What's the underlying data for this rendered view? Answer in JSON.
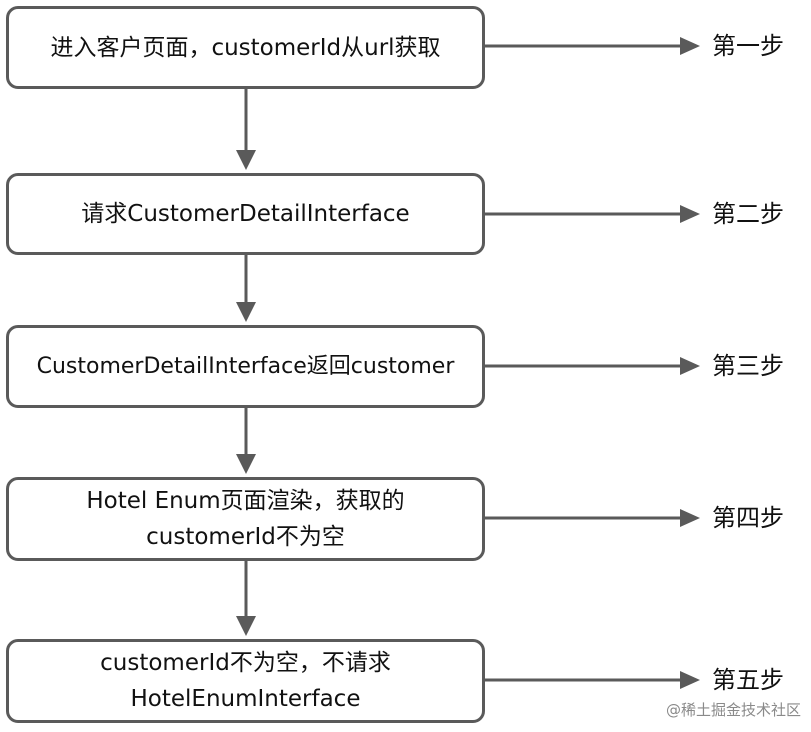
{
  "steps": [
    {
      "box_text": "进入客户页面，customerId从url获取",
      "step_label": "第一步"
    },
    {
      "box_text": "请求CustomerDetailInterface",
      "step_label": "第二步"
    },
    {
      "box_text": "CustomerDetailInterface返回customer",
      "step_label": "第三步"
    },
    {
      "box_text_line1": "Hotel Enum页面渲染，获取的",
      "box_text_line2": "customerId不为空",
      "step_label": "第四步"
    },
    {
      "box_text_line1": "customerId不为空，不请求",
      "box_text_line2": "HotelEnumInterface",
      "step_label": "第五步"
    }
  ],
  "watermark": "@稀土掘金技术社区",
  "colors": {
    "stroke": "#5a5a5a",
    "text": "#111111"
  }
}
